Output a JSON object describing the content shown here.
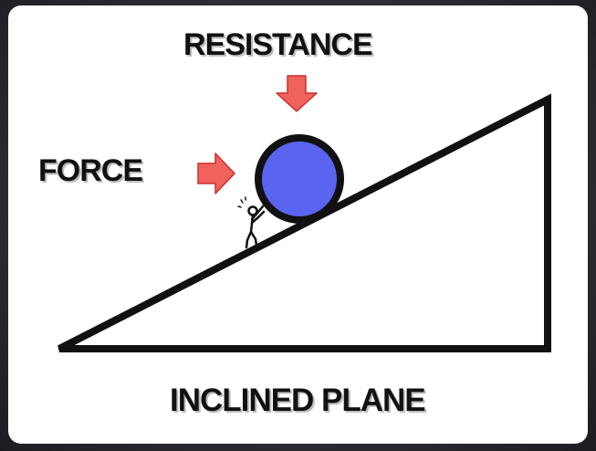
{
  "labels": {
    "resistance": "RESISTANCE",
    "force": "FORCE",
    "title": "INCLINED PLANE"
  },
  "colors": {
    "ball_fill": "#5a64f0",
    "arrow_fill": "#f0625c",
    "outline": "#111111",
    "panel_background": "#ffffff"
  },
  "icons": {
    "force_arrow": "right-arrow-icon",
    "resistance_arrow": "down-arrow-icon",
    "figure": "stick-figure-icon",
    "ball": "ball-icon"
  }
}
